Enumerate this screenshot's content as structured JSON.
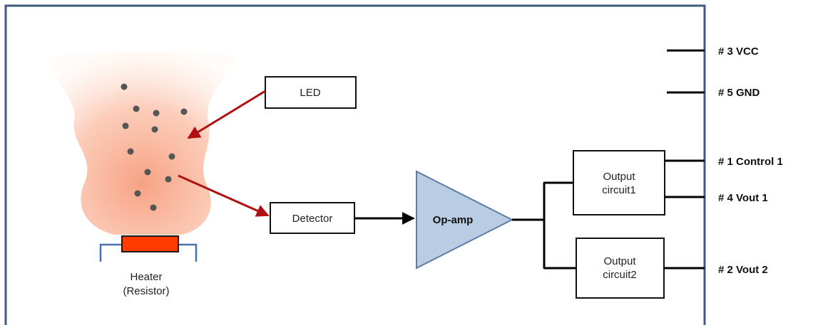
{
  "blocks": {
    "led": "LED",
    "detector": "Detector",
    "opamp": "Op-amp",
    "output1": [
      "Output",
      "circuit1"
    ],
    "output2": [
      "Output",
      "circuit2"
    ],
    "heater": [
      "Heater",
      "(Resistor)"
    ]
  },
  "pins": {
    "vcc": "# 3 VCC",
    "gnd": "# 5 GND",
    "control1": "# 1 Control 1",
    "vout1": "# 4 Vout 1",
    "vout2": "# 2 Vout 2"
  },
  "colors": {
    "frame": "#3f5a7a",
    "arrow_red": "#b01010",
    "opamp_fill": "#b8cce4",
    "opamp_stroke": "#5d7da8",
    "heater_fill": "#ff3b00",
    "heater_base": "#4a6fb0",
    "particle": "#555555",
    "smoke": "#f9b49b"
  }
}
